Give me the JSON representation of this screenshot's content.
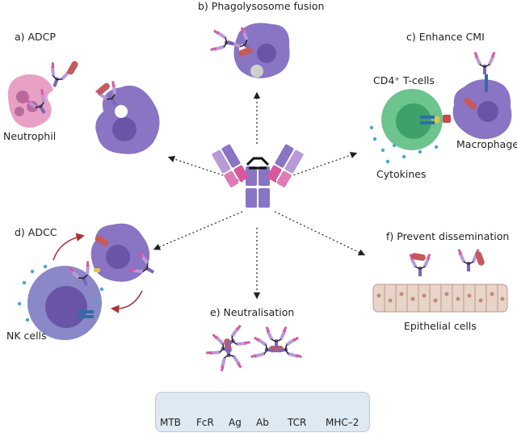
{
  "panels": {
    "a": "a) ADCP",
    "b": "b) Phagolysosome fusion",
    "c": "c) Enhance CMI",
    "d": "d) ADCC",
    "e": "e) Neutralisation",
    "f": "f) Prevent dissemination"
  },
  "labels": {
    "neutrophil": "Neutrophil",
    "cd4_tcells": "CD4⁺ T-cells",
    "macrophage": "Macrophage",
    "cytokines": "Cytokines",
    "nk_cells": "NK cells",
    "epithelial_cells": "Epithelial cells"
  },
  "legend": [
    {
      "label": "MTB",
      "icon": "mtb-icon"
    },
    {
      "label": "FcR",
      "icon": "fcr-icon"
    },
    {
      "label": "Ag",
      "icon": "antigen-icon"
    },
    {
      "label": "Ab",
      "icon": "antibody-icon"
    },
    {
      "label": "TCR",
      "icon": "tcr-icon"
    },
    {
      "label": "MHC–2",
      "icon": "mhc2-icon"
    }
  ],
  "colors": {
    "macrophage": "#8a74c4",
    "nucleus": "#6a54a8",
    "mtb": "#c45a5e",
    "antibody_light": "#b89ad8",
    "antibody_pink": "#d8579e",
    "tcell": "#6cc48e",
    "nkcell": "#8a88c8",
    "neutrophil": "#e8a0c4",
    "epithelium": "#e8d4c8",
    "legend_bg": "#dfe9f1"
  }
}
